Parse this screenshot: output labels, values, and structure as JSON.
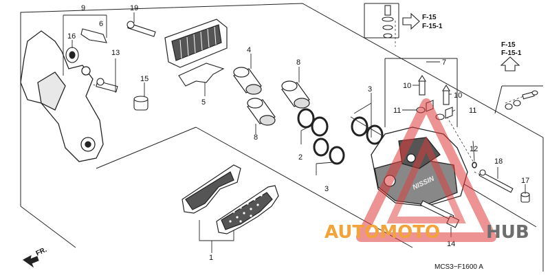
{
  "parts": {
    "p1": "1",
    "p2": "2",
    "p3a": "3",
    "p3b": "3",
    "p4": "4",
    "p5": "5",
    "p6": "6",
    "p7": "7",
    "p8a": "8",
    "p8b": "8",
    "p9": "9",
    "p10a": "10",
    "p10b": "10",
    "p11a": "11",
    "p11b": "11",
    "p12": "12",
    "p13": "13",
    "p14": "14",
    "p15": "15",
    "p16": "16",
    "p17": "17",
    "p18": "18",
    "p19": "19"
  },
  "refs": {
    "top_a": "F-15",
    "top_b": "F-15-1",
    "right_a": "F-15",
    "right_b": "F-15-1"
  },
  "front_label": "FR.",
  "diagram_code": "MCS3−F1600 A",
  "watermark": {
    "left": "AUTOMOTO",
    "right": "HUB",
    "color_left": "#f2a33a",
    "color_right": "#6e6e6e",
    "triangle_color": "#e03a3a"
  },
  "caliper_logo": "NISSIN"
}
